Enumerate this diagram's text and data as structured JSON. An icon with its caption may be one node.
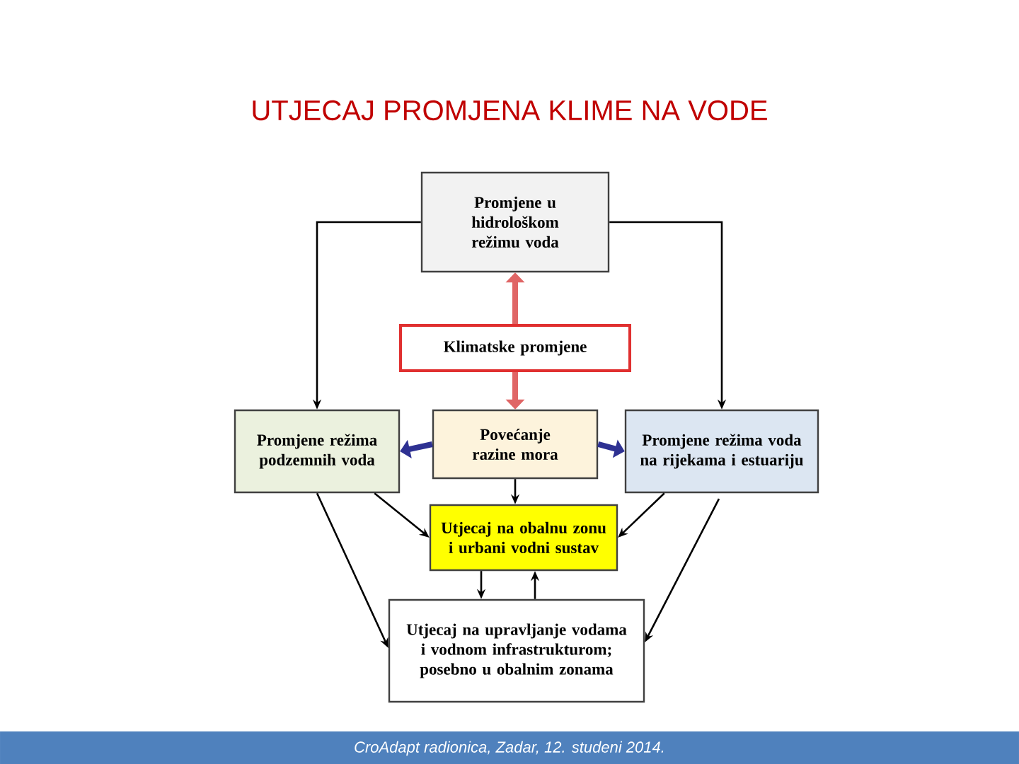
{
  "diagram": {
    "title": "UTJECAJ PROMJENA KLIME NA VODE",
    "nodes": [
      {
        "text": [
          "Promjene u hidrološkom režimu voda"
        ]
      },
      {
        "text": [
          "Klimatske promjene"
        ]
      },
      {
        "text": [
          "Promjene režima podzemnih voda"
        ]
      },
      {
        "text": [
          "Povećanje razine mora"
        ]
      },
      {
        "text": [
          "Promjene režima voda na rijekama i estuariju"
        ]
      },
      {
        "text": [
          "Utjecaj na obalnu zonu i urbani vodni sustav"
        ]
      },
      {
        "text": [
          "Utjecaj na upravljanje vodama i vodnom infrastrukturom; posebno u obalnim zonama"
        ]
      }
    ],
    "edges": [
      {
        "from": 1,
        "to": 0,
        "arrow": "to",
        "style": "thick",
        "color": "#e06666"
      },
      {
        "from": 1,
        "to": 3,
        "arrow": "to",
        "style": "thick",
        "color": "#e06666"
      },
      {
        "from": 0,
        "to": 2,
        "arrow": "to"
      },
      {
        "from": 0,
        "to": 4,
        "arrow": "to"
      },
      {
        "from": 3,
        "to": 2,
        "arrow": "to",
        "style": "thick",
        "color": "#2e3192"
      },
      {
        "from": 3,
        "to": 4,
        "arrow": "to",
        "style": "thick",
        "color": "#2e3192"
      },
      {
        "from": 3,
        "to": 5,
        "arrow": "to"
      },
      {
        "from": 2,
        "to": 5,
        "arrow": "to"
      },
      {
        "from": 4,
        "to": 5,
        "arrow": "to"
      },
      {
        "from": 2,
        "to": 6,
        "arrow": "to"
      },
      {
        "from": 4,
        "to": 6,
        "arrow": "to"
      },
      {
        "from": 5,
        "to": 6,
        "arrow": "to"
      },
      {
        "from": 6,
        "to": 5,
        "arrow": "to"
      }
    ],
    "labels": [
      "CroAdapt radionica, Zadar, 12. studeni 2014."
    ]
  }
}
